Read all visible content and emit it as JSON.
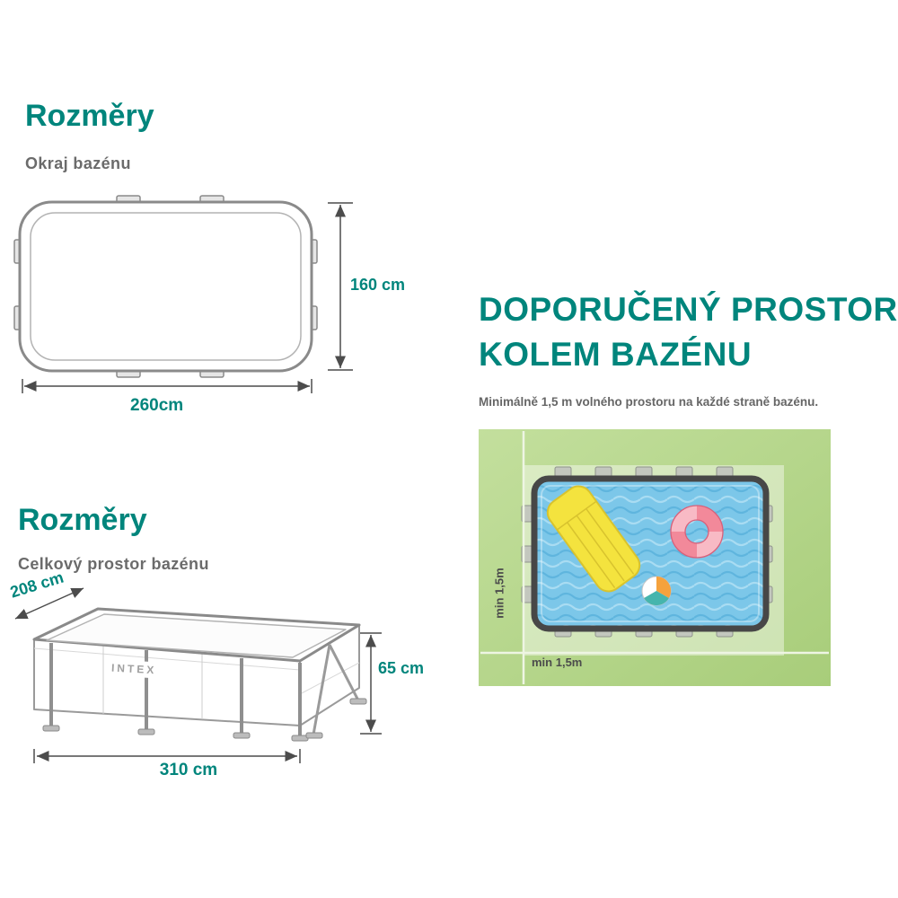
{
  "colors": {
    "accent": "#00857C",
    "muted": "#6b6b6b",
    "lawn": "#b7d78d",
    "water": "#7cc7e9",
    "mattress": "#f4e33e",
    "ring": "#f2899a",
    "ball_orange": "#f5a23d",
    "ball_teal": "#46b5ad"
  },
  "top_view": {
    "title": "Rozměry",
    "subtitle": "Okraj bazénu",
    "height_label": "160 cm",
    "width_label": "260cm"
  },
  "frame_view": {
    "title": "Rozměry",
    "subtitle": "Celkový prostor bazénu",
    "depth_label": "208 cm",
    "height_label": "65 cm",
    "width_label": "310 cm",
    "brand": "INTEX"
  },
  "clearance": {
    "title_line1": "DOPORUČENÝ PROSTOR",
    "title_line2": "KOLEM BAZÉNU",
    "note": "Minimálně 1,5 m volného prostoru na každé straně bazénu.",
    "side_label": "min 1,5m",
    "bottom_label": "min 1,5m"
  }
}
